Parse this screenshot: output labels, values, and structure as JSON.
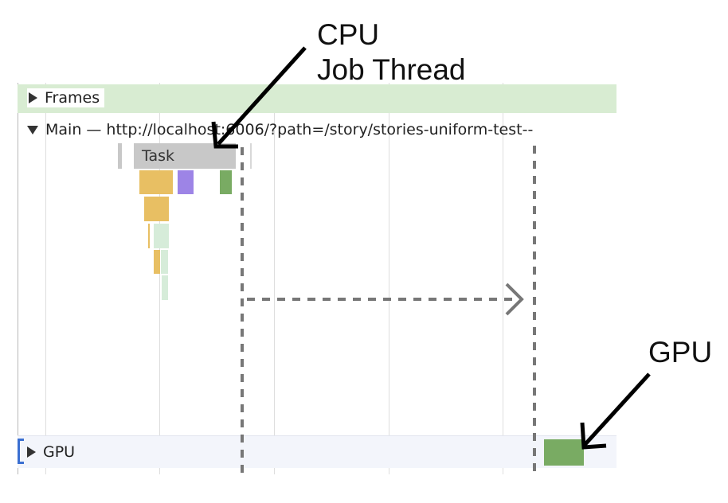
{
  "timeline": {
    "frames_label": "Frames",
    "main_label": "Main —",
    "main_url": "http://localhost:6006/?path=/story/stories-uniform-test--",
    "task_label": "Task",
    "gpu_label": "GPU",
    "colors": {
      "scripting": "#e8bf63",
      "rendering": "#9d84e6",
      "painting": "#79ab63",
      "system_light": "#d6ecd9",
      "task": "#c8c8c8",
      "frames_bg": "#d8ecd2",
      "gpu_bracket": "#3a6fd1"
    }
  },
  "annotations": {
    "cpu_line1": "CPU",
    "cpu_line2": "Job Thread",
    "gpu": "GPU"
  }
}
